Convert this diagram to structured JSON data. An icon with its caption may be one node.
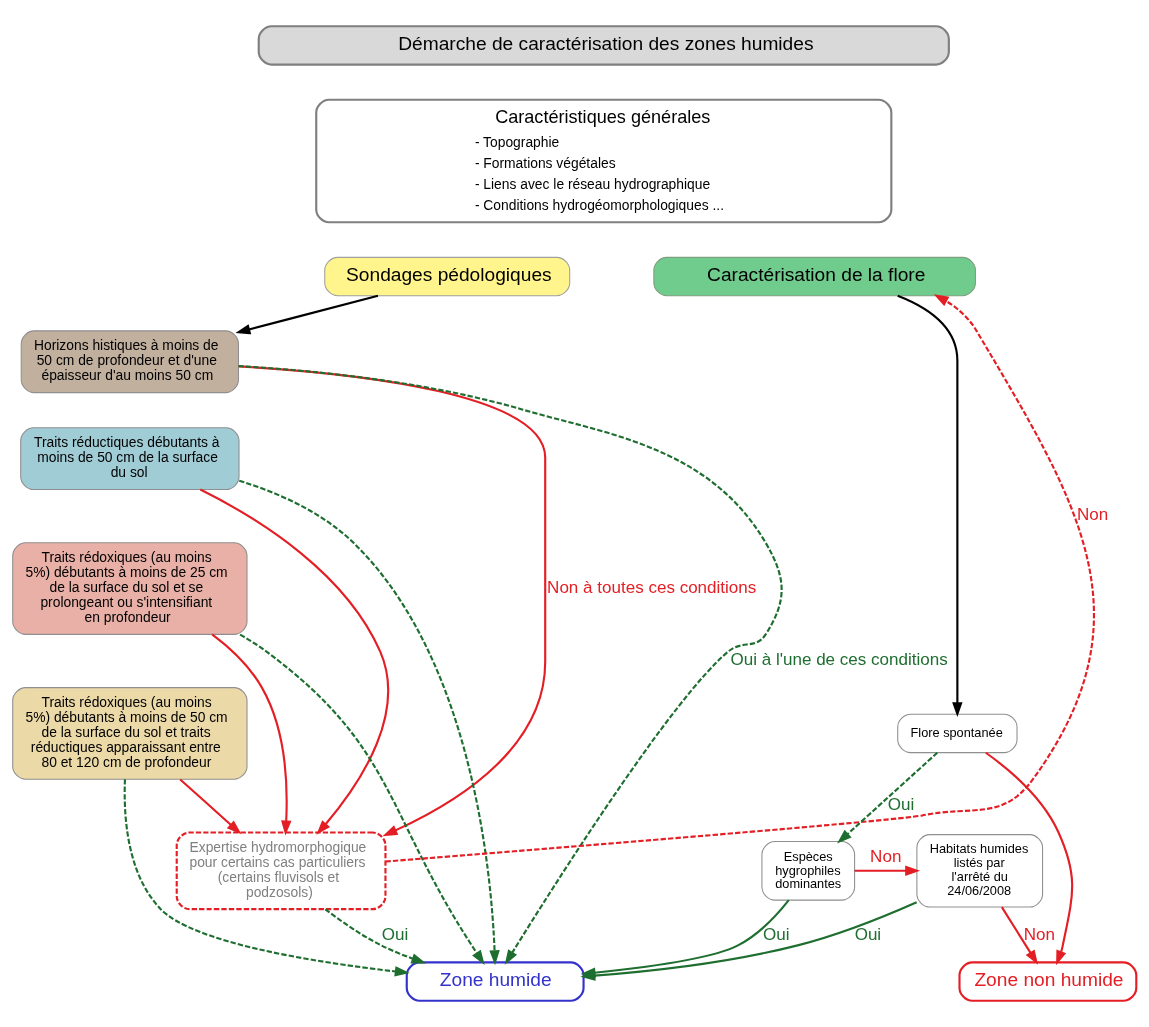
{
  "diagram": {
    "nodes": [
      {
        "text": [
          "Démarche de caractérisation des zones humides"
        ]
      },
      {
        "text": [
          "Caractéristiques générales",
          "- Topographie",
          "- Formations végétales",
          "- Liens avec le réseau hydrographique",
          "- Conditions hydrogéomorphologiques ..."
        ]
      },
      {
        "text": [
          "Sondages pédologiques"
        ]
      },
      {
        "text": [
          "Caractérisation de la flore"
        ]
      },
      {
        "text": [
          "Horizons histiques à moins de 50 cm de profondeur et d'une épaisseur d'au moins 50 cm"
        ]
      },
      {
        "text": [
          "Traits réductiques débutants à moins de 50 cm de la surface du sol"
        ]
      },
      {
        "text": [
          "Traits rédoxiques (au moins 5%) débutants à moins de 25 cm de la surface du sol et se prolongeant ou s'intensifiant en profondeur"
        ]
      },
      {
        "text": [
          "Traits rédoxiques (au moins 5%) débutants à moins de 50 cm de la surface du sol et traits réductiques apparaissant entre 80 et 120 cm de profondeur"
        ]
      },
      {
        "text": [
          "Expertise hydromorphogique pour certains cas particuliers (certains fluvisols et podzosols)"
        ]
      },
      {
        "text": [
          "Flore spontanée"
        ]
      },
      {
        "text": [
          "Habitats humides listés par l'arrêté du 24/06/2008"
        ]
      },
      {
        "text": [
          "Espèces hygrophiles dominantes"
        ]
      },
      {
        "text": [
          "Zone humide"
        ]
      },
      {
        "text": [
          "Zone non humide"
        ]
      }
    ],
    "edges": [
      {
        "from": 2,
        "to": 4,
        "arrow": "to",
        "color": "#000000"
      },
      {
        "from": 4,
        "to": 8,
        "arrow": "to",
        "color": "#e31e24",
        "label": "Non à toutes ces conditions"
      },
      {
        "from": 5,
        "to": 8,
        "arrow": "to",
        "color": "#e31e24"
      },
      {
        "from": 6,
        "to": 8,
        "arrow": "to",
        "color": "#e31e24"
      },
      {
        "from": 7,
        "to": 8,
        "arrow": "to",
        "color": "#e31e24"
      },
      {
        "from": 4,
        "to": 12,
        "arrow": "to",
        "style": "dashed",
        "color": "#1e6e30",
        "label": "Oui à l'une de ces conditions"
      },
      {
        "from": 5,
        "to": 12,
        "arrow": "to",
        "style": "dashed",
        "color": "#1e6e30"
      },
      {
        "from": 6,
        "to": 12,
        "arrow": "to",
        "style": "dashed",
        "color": "#1e6e30"
      },
      {
        "from": 7,
        "to": 12,
        "arrow": "to",
        "style": "dashed",
        "color": "#1e6e30"
      },
      {
        "from": 8,
        "to": 12,
        "arrow": "to",
        "style": "dashed",
        "color": "#1e6e30",
        "label": "Oui"
      },
      {
        "from": 8,
        "to": 3,
        "arrow": "to",
        "style": "dashed",
        "color": "#e31e24",
        "label": "Non"
      },
      {
        "from": 3,
        "to": 9,
        "arrow": "to",
        "color": "#000000"
      },
      {
        "from": 9,
        "to": 11,
        "arrow": "to",
        "style": "dashed",
        "color": "#1e6e30",
        "label": "Oui"
      },
      {
        "from": 9,
        "to": 13,
        "arrow": "to",
        "color": "#e31e24"
      },
      {
        "from": 11,
        "to": 10,
        "arrow": "to",
        "color": "#e31e24",
        "label": "Non"
      },
      {
        "from": 10,
        "to": 13,
        "arrow": "to",
        "color": "#e31e24",
        "label": "Non"
      },
      {
        "from": 11,
        "to": 12,
        "arrow": "to",
        "color": "#1e6e30",
        "label": "Oui"
      },
      {
        "from": 10,
        "to": 12,
        "arrow": "to",
        "color": "#1e6e30",
        "label": "Oui"
      }
    ]
  }
}
